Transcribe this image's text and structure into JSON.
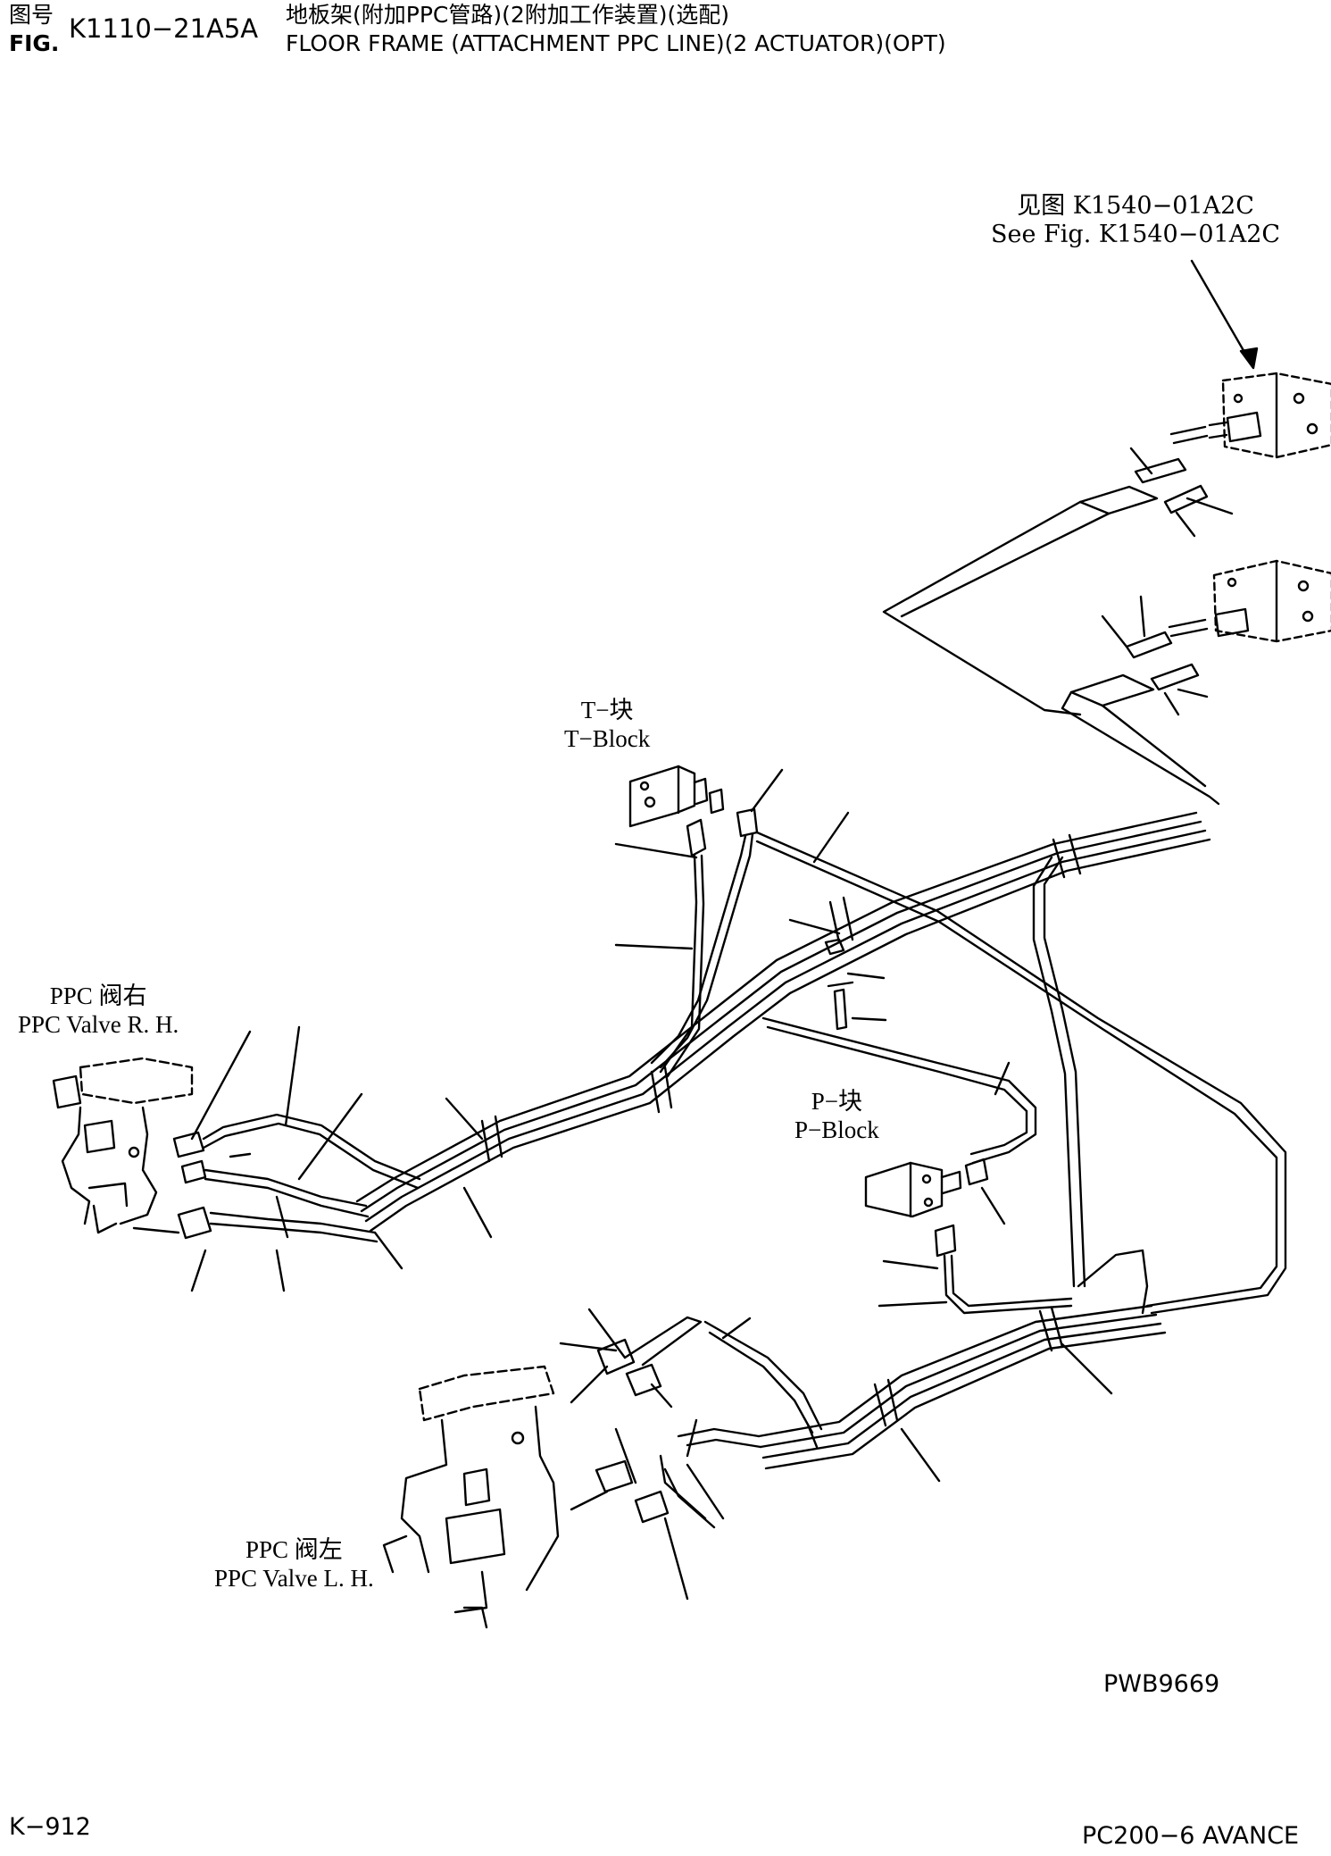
{
  "header": {
    "fig_label_cn": "图号",
    "fig_label_en": "FIG.",
    "fig_number": "K1110−21A5A",
    "title_cn": "地板架(附加PPC管路)(2附加工作装置)(选配)",
    "title_en": "FLOOR FRAME (ATTACHMENT PPC LINE)(2 ACTUATOR)(OPT)"
  },
  "callouts": {
    "see_fig_cn": "见图 K1540−01A2C",
    "see_fig_en": "See Fig. K1540−01A2C",
    "t_block_cn": "T−块",
    "t_block_en": "T−Block",
    "p_block_cn": "P−块",
    "p_block_en": "P−Block",
    "ppc_rh_cn": "PPC 阀右",
    "ppc_rh_en": "PPC Valve R. H.",
    "ppc_lh_cn": "PPC 阀左",
    "ppc_lh_en": "PPC Valve L. H."
  },
  "footer": {
    "drawing_no": "PWB9669",
    "page": "K−912",
    "model": "PC200−6 AVANCE"
  }
}
